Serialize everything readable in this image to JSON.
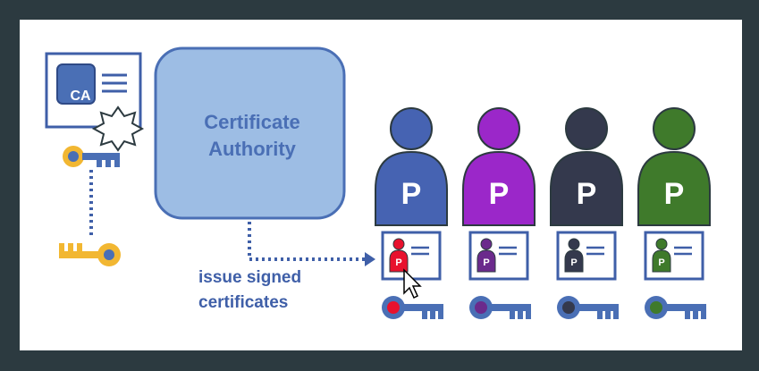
{
  "diagram": {
    "ca_badge": "CA",
    "ca_box_title_line1": "Certificate",
    "ca_box_title_line2": "Authority",
    "issue_label_line1": "issue signed",
    "issue_label_line2": "certificates",
    "person_letter": "P",
    "colors": {
      "frame": "#2c3a40",
      "ca_box_fill": "#9dbde4",
      "ca_box_stroke": "#4a6fb5",
      "key_yellow": "#f2b732",
      "key_blue": "#4a6fb5",
      "dotted_line": "#3f5fa8"
    },
    "people": [
      {
        "id": "blue",
        "color": "#4663b2",
        "key_dot": "#e8112d",
        "mini_color": "#e8112d",
        "selected": true
      },
      {
        "id": "purple",
        "color": "#9b27c9",
        "key_dot": "#6b2a8c",
        "mini_color": "#6b2a8c",
        "selected": false
      },
      {
        "id": "navy",
        "color": "#34394d",
        "key_dot": "#34394d",
        "mini_color": "#34394d",
        "selected": false
      },
      {
        "id": "green",
        "color": "#3f7a2b",
        "key_dot": "#3f7a2b",
        "mini_color": "#3f7a2b",
        "selected": false
      }
    ]
  }
}
